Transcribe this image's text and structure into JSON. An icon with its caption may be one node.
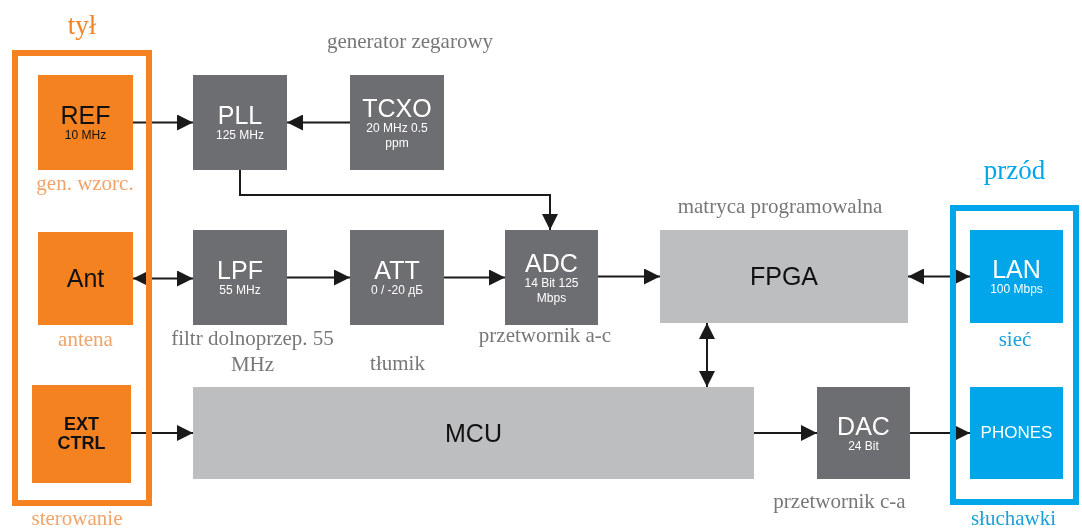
{
  "diagram": {
    "nodes": [
      {
        "text": [
          "tył"
        ]
      },
      {
        "text": [
          "REF",
          "10 MHz"
        ],
        "in": 0,
        "beside": [
          "gen. wzorc."
        ]
      },
      {
        "text": [
          "Ant"
        ],
        "in": 0,
        "beside": [
          "antena"
        ]
      },
      {
        "text": [
          "EXT CTRL"
        ],
        "in": 0,
        "beside": [
          "sterowanie"
        ]
      },
      {
        "text": [
          "PLL",
          "125 MHz"
        ]
      },
      {
        "text": [
          "TCXO",
          "20 MHz 0.5 ppm"
        ]
      },
      {
        "text": [
          "LPF",
          "55 MHz"
        ],
        "beside": [
          "filtr dolnoprzep. 55 MHz"
        ]
      },
      {
        "text": [
          "ATT",
          "0 / -20 дБ"
        ]
      },
      {
        "text": [
          "ADC",
          "14 Bit 125 Mbps"
        ],
        "beside": [
          "przetwornik a-c"
        ]
      },
      {
        "text": [
          "FPGA"
        ],
        "beside": [
          "matryca programowalna"
        ]
      },
      {
        "text": [
          "MCU"
        ]
      },
      {
        "text": [
          "DAC",
          "24 Bit"
        ],
        "beside": [
          "przetwornik c-a"
        ]
      },
      {
        "text": [
          "przód"
        ]
      },
      {
        "text": [
          "LAN",
          "100 Mbps"
        ],
        "in": 12,
        "beside": [
          "sieć"
        ]
      },
      {
        "text": [
          "PHONES"
        ],
        "in": 12,
        "beside": [
          "słuchawki"
        ]
      }
    ],
    "edges": [
      {
        "from": 1,
        "to": 4,
        "arrow": "to"
      },
      {
        "from": 5,
        "to": 4,
        "arrow": "to"
      },
      {
        "from": 4,
        "to": 8,
        "arrow": "to"
      },
      {
        "from": 2,
        "to": 6,
        "arrow": "both"
      },
      {
        "from": 6,
        "to": 7,
        "arrow": "to"
      },
      {
        "from": 7,
        "to": 8,
        "arrow": "to"
      },
      {
        "from": 8,
        "to": 9,
        "arrow": "to"
      },
      {
        "from": 9,
        "to": 13,
        "arrow": "both"
      },
      {
        "from": 9,
        "to": 10,
        "arrow": "both"
      },
      {
        "from": 3,
        "to": 10,
        "arrow": "to"
      },
      {
        "from": 10,
        "to": 11,
        "arrow": "to"
      },
      {
        "from": 11,
        "to": 14,
        "arrow": "to"
      }
    ],
    "labels": [
      "generator zegarowy",
      "tłumik"
    ]
  }
}
